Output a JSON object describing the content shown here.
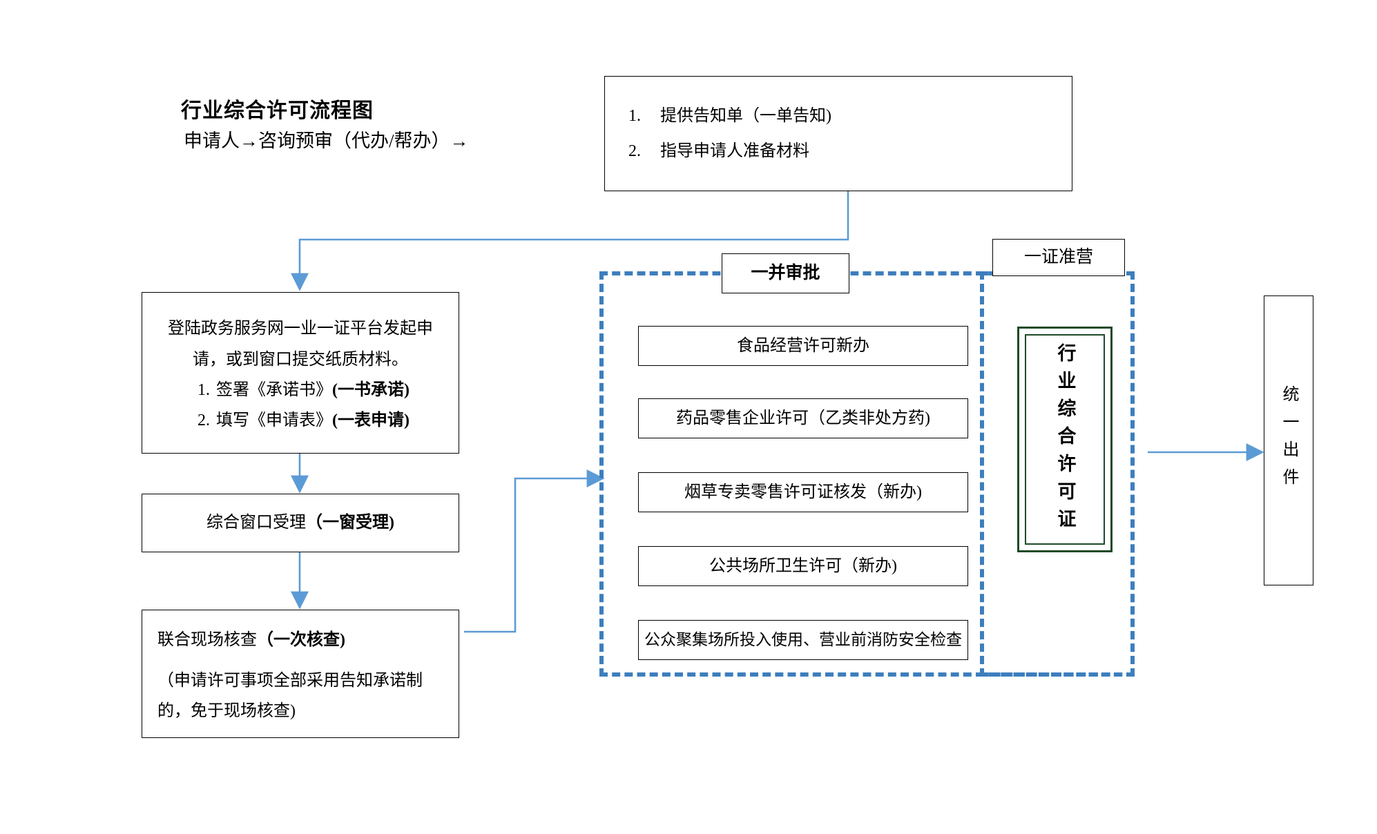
{
  "diagram": {
    "title": "行业综合许可流程图",
    "subtitle": "申请人→咨询预审（代办/帮办）→",
    "notice": {
      "items": [
        {
          "num": "1.",
          "text": "提供告知单（一单告知)"
        },
        {
          "num": "2.",
          "text": "指导申请人准备材料"
        }
      ]
    },
    "apply": {
      "line1": "登陆政务服务网一业一证平台发起申",
      "line2": "请，或到窗口提交纸质材料。",
      "item1_num": "1.",
      "item1_normal": "签署《承诺书》",
      "item1_bold": "(一书承诺)",
      "item2_num": "2.",
      "item2_normal": "填写《申请表》",
      "item2_bold": "(一表申请)"
    },
    "window_accept": {
      "normal": "综合窗口受理",
      "bold": "（一窗受理)"
    },
    "site_check": {
      "title_normal": "联合现场核查",
      "title_bold": "（一次核查)",
      "note_line1": "（申请许可事项全部采用告知承诺制",
      "note_line2": "的，免于现场核查)"
    },
    "labels": {
      "joint_approval": "一并审批",
      "one_cert": "一证准营"
    },
    "permits": [
      "食品经营许可新办",
      "药品零售企业许可（乙类非处方药)",
      "烟草专卖零售许可证核发（新办)",
      "公共场所卫生许可（新办)",
      "公众聚集场所投入使用、营业前消防安全检查"
    ],
    "certificate": "行业综合许可证",
    "output": "统一出件",
    "colors": {
      "arrow": "#5b9bd5",
      "dashed_border": "#3d7ebd",
      "certificate_border": "#1d4a28",
      "box_border": "#000000",
      "background": "#ffffff"
    }
  }
}
